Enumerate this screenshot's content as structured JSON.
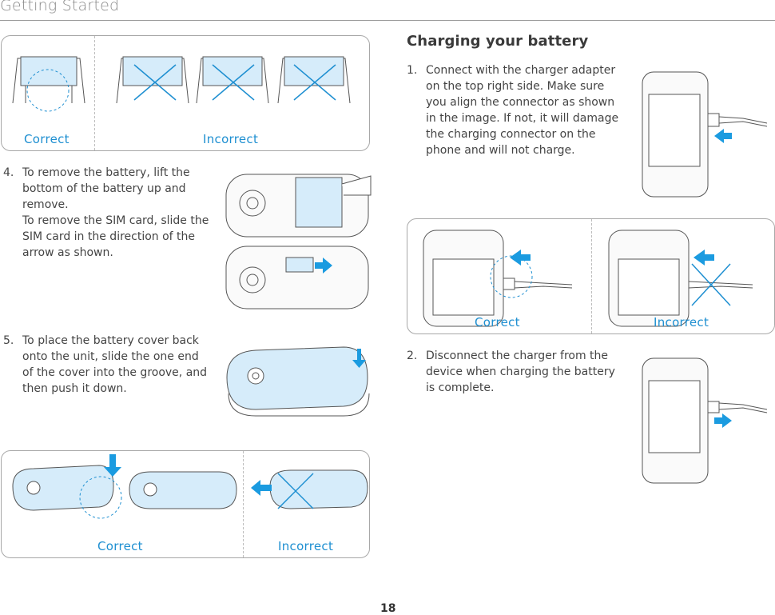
{
  "header": {
    "title": "Getting Started"
  },
  "panels": {
    "battery_removal": {
      "correct_label": "Correct",
      "incorrect_label": "Incorrect"
    },
    "battery_cover": {
      "correct_label": "Correct",
      "incorrect_label": "Incorrect"
    },
    "charger_connection": {
      "correct_label": "Correct",
      "incorrect_label": "Incorrect"
    }
  },
  "steps": {
    "step4": {
      "number": "4.",
      "lines": [
        "To remove the battery, lift the",
        "bottom of the battery up and",
        "remove.",
        "To remove the SIM card, slide the",
        "SIM card in the direction of the",
        "arrow as shown."
      ]
    },
    "step5": {
      "number": "5.",
      "lines": [
        "To place the battery cover back",
        "onto the unit, slide the one end",
        "of the cover into the groove, and",
        "then push it down."
      ]
    }
  },
  "charging": {
    "title": "Charging your battery",
    "step1": {
      "number": "1.",
      "lines": [
        "Connect with the charger adapter",
        "on the top right side. Make sure",
        "you align the connector as shown",
        "in the image. If not, it will damage",
        "the charging connector on the",
        "phone and will not charge."
      ]
    },
    "step2": {
      "number": "2.",
      "lines": [
        "Disconnect the charger from the",
        "device when charging the battery",
        "is complete."
      ]
    }
  },
  "colors": {
    "accent": "#1e8fd1",
    "arrow": "#1b9be0",
    "highlight_fill": "#d6ecfa"
  },
  "footer": {
    "page_number": "18"
  }
}
